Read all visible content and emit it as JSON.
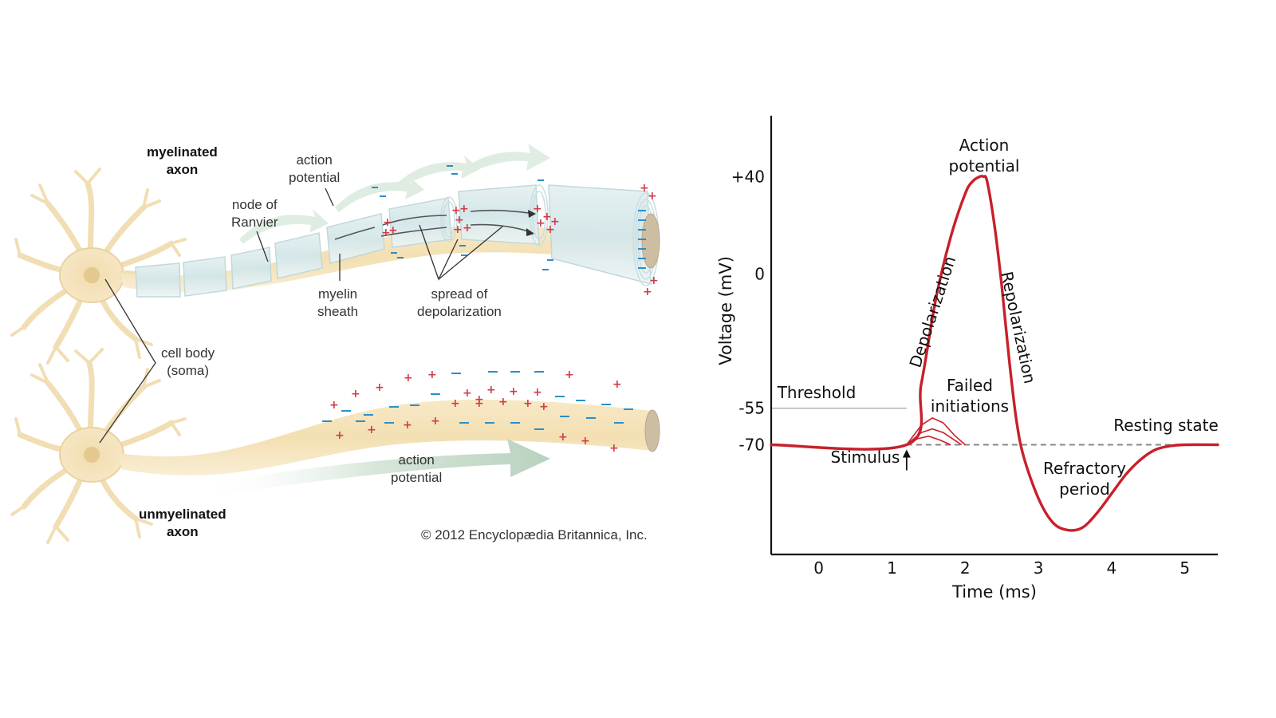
{
  "neuron": {
    "myelinated_line1": "myelinated",
    "myelinated_line2": "axon",
    "unmyelinated_line1": "unmyelinated",
    "unmyelinated_line2": "axon",
    "action_potential_top_1": "action",
    "action_potential_top_2": "potential",
    "node_line1": "node of",
    "node_line2": "Ranvier",
    "myelin_line1": "myelin",
    "myelin_line2": "sheath",
    "spread_line1": "spread of",
    "spread_line2": "depolarization",
    "cellbody_line1": "cell body",
    "cellbody_line2": "(soma)",
    "action_potential_bottom_1": "action",
    "action_potential_bottom_2": "potential",
    "credit": "© 2012 Encyclopædia Britannica, Inc."
  },
  "chart_data": {
    "type": "line",
    "xlabel": "Time (ms)",
    "ylabel": "Voltage (mV)",
    "x_ticks": [
      "0",
      "1",
      "2",
      "3",
      "4",
      "5"
    ],
    "y_ticks": [
      "+40",
      "0",
      "-55",
      "-70"
    ],
    "xlim": [
      -0.65,
      5.45
    ],
    "ylim": [
      -115,
      65
    ],
    "annotations": {
      "peak_1": "Action",
      "peak_2": "potential",
      "depolarization": "Depolarization",
      "repolarization": "Repolarization",
      "threshold": "Threshold",
      "failed_1": "Failed",
      "failed_2": "initiations",
      "resting": "Resting state",
      "stimulus": "Stimulus",
      "refractory_1": "Refractory",
      "refractory_2": "period"
    },
    "series": [
      {
        "x": [
          -0.65,
          1.2,
          1.4,
          1.6,
          1.8,
          2.0,
          2.1,
          2.2,
          2.25,
          2.3,
          2.4,
          2.5,
          2.6,
          2.7,
          2.8,
          3.0,
          3.2,
          3.4,
          3.6,
          3.8,
          4.0,
          4.2,
          4.4,
          4.6,
          4.8,
          5.0,
          5.45
        ],
        "y": [
          -70,
          -70,
          -45,
          -10,
          15,
          33,
          38,
          40,
          40,
          38,
          20,
          -5,
          -35,
          -60,
          -75,
          -92,
          -102,
          -105,
          -104,
          -98,
          -90,
          -82,
          -76,
          -72,
          -70.5,
          -70,
          -70
        ]
      }
    ],
    "failed_curves": [
      {
        "x": [
          1.2,
          1.4,
          1.55,
          1.7,
          1.85,
          2.0
        ],
        "y": [
          -70,
          -62,
          -59,
          -61,
          -66,
          -70
        ]
      },
      {
        "x": [
          1.2,
          1.4,
          1.55,
          1.7,
          1.85,
          1.95
        ],
        "y": [
          -70,
          -65,
          -63.5,
          -65,
          -68,
          -70
        ]
      },
      {
        "x": [
          1.2,
          1.35,
          1.5,
          1.65,
          1.8
        ],
        "y": [
          -70,
          -67.5,
          -66.5,
          -68,
          -70
        ]
      }
    ],
    "threshold_value": -55,
    "resting_value": -70,
    "stimulus_time": 1.2
  }
}
